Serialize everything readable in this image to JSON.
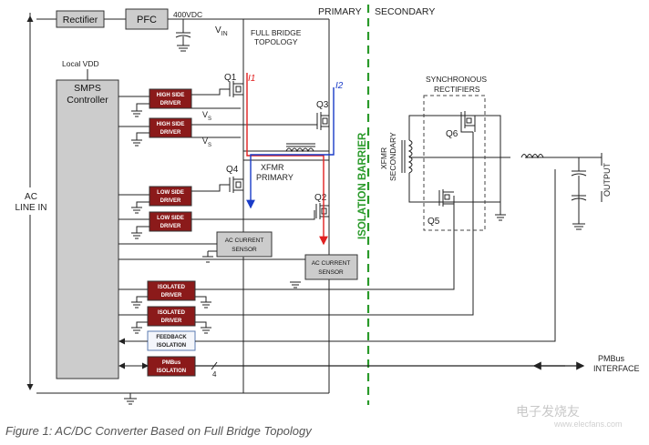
{
  "labels": {
    "rectifier": "Rectifier",
    "pfc": "PFC",
    "vdc": "400VDC",
    "vin_v": "V",
    "vin_sub": "IN",
    "full_bridge_1": "FULL BRIDGE",
    "full_bridge_2": "TOPOLOGY",
    "primary": "PRIMARY",
    "secondary": "SECONDARY",
    "local_vdd": "Local VDD",
    "smps_1": "SMPS",
    "smps_2": "Controller",
    "ac_line_1": "AC",
    "ac_line_2": "LINE IN",
    "q1": "Q1",
    "q2": "Q2",
    "q3": "Q3",
    "q4": "Q4",
    "q5": "Q5",
    "q6": "Q6",
    "i1": "I1",
    "i2": "I2",
    "vs_v": "V",
    "vs_sub": "S",
    "xfmr_primary_1": "XFMR",
    "xfmr_primary_2": "PRIMARY",
    "xfmr_secondary_1": "XFMR",
    "xfmr_secondary_2": "SECONDARY",
    "isolation_barrier": "ISOLATION BARRIER",
    "sync_rect_1": "SYNCHRONOUS",
    "sync_rect_2": "RECTIFIERS",
    "output": "OUTPUT",
    "ac_current_1": "AC CURRENT",
    "ac_current_2": "SENSOR",
    "bus_width": "4",
    "pmbus_interface_1": "PMBus",
    "pmbus_interface_2": "INTERFACE"
  },
  "drivers": {
    "high_side_1": "HIGH SIDE",
    "high_side_2": "DRIVER",
    "low_side_1": "LOW SIDE",
    "low_side_2": "DRIVER",
    "isolated_1": "ISOLATED",
    "isolated_2": "DRIVER",
    "feedback_1": "FEEDBACK",
    "feedback_2": "ISOLATION",
    "pmbus_iso_1": "PMBus",
    "pmbus_iso_2": "ISOLATION"
  },
  "caption": "Figure 1: AC/DC Converter Based on Full Bridge Topology",
  "watermark": "电子发烧友",
  "watermark_url": "www.elecfans.com",
  "colors": {
    "driver_fill": "#8b1a1a",
    "barrier_green": "#2a9a2a",
    "current_red": "#e02020",
    "current_blue": "#1a3cc8",
    "block_gray": "#cccccc"
  }
}
